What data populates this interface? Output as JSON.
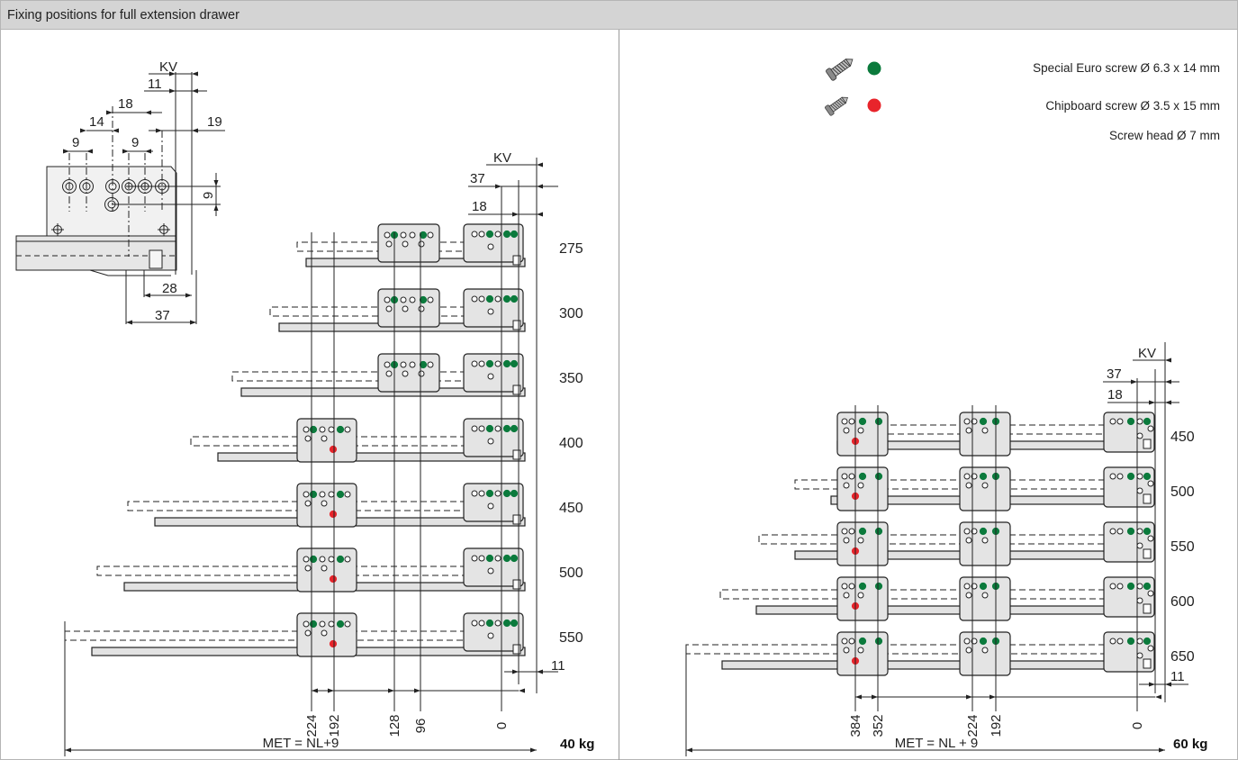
{
  "title": "Fixing positions for full extension drawer",
  "legend": [
    {
      "label": "Special Euro screw Ø 6.3 x 14 mm",
      "color": "#0b7a3c",
      "icon": "euro-screw-icon"
    },
    {
      "label": "Chipboard screw Ø 3.5 x 15 mm",
      "color": "#e8242b",
      "icon": "chipboard-screw-icon"
    },
    {
      "label": "Screw head Ø 7 mm"
    }
  ],
  "detail": {
    "labels": [
      "KV",
      "11",
      "18",
      "14",
      "9",
      "9",
      "19",
      "9",
      "28",
      "37"
    ]
  },
  "left": {
    "weight": "40 kg",
    "met": "MET = NL+9",
    "kv": "KV",
    "dim37": "37",
    "dim18": "18",
    "dim11": "11",
    "lengths": [
      "275",
      "300",
      "350",
      "400",
      "450",
      "500",
      "550"
    ],
    "positions": [
      "224",
      "192",
      "128",
      "96",
      "0"
    ]
  },
  "right": {
    "weight": "60 kg",
    "met": "MET = NL + 9",
    "kv": "KV",
    "dim37": "37",
    "dim18": "18",
    "dim11": "11",
    "lengths": [
      "450",
      "500",
      "550",
      "600",
      "650"
    ],
    "positions": [
      "384",
      "352",
      "224",
      "192",
      "0"
    ]
  },
  "colors": {
    "green": "#0b7a3c",
    "red": "#e8242b",
    "title_bg": "#d4d4d4",
    "part_fill": "#e4e4e4"
  }
}
